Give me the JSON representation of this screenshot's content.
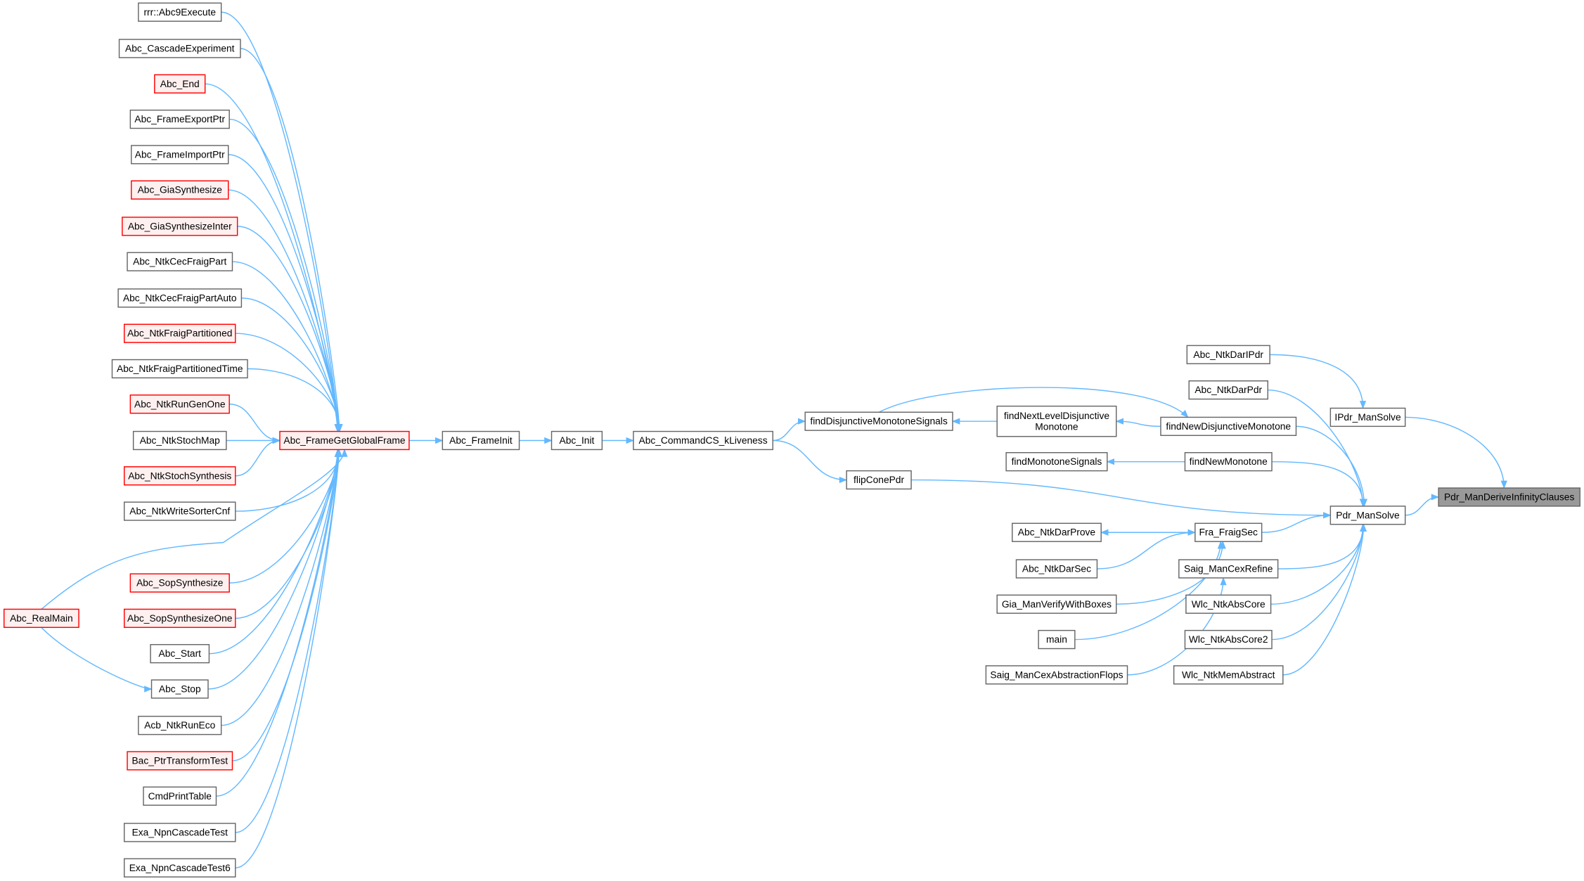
{
  "graph": {
    "title": "Pdr_ManDeriveInfinityClauses caller graph",
    "edge_color": "#63b8ff",
    "incomplete_color": "#ff0000",
    "nodes": {
      "rrr": "rrr::Abc9Execute",
      "cascExp": "Abc_CascadeExperiment",
      "end": "Abc_End",
      "exportPtr": "Abc_FrameExportPtr",
      "importPtr": "Abc_FrameImportPtr",
      "giaSyn": "Abc_GiaSynthesize",
      "giaSynInter": "Abc_GiaSynthesizeInter",
      "cecPart": "Abc_NtkCecFraigPart",
      "cecPartAuto": "Abc_NtkCecFraigPartAuto",
      "fraigPart": "Abc_NtkFraigPartitioned",
      "fraigPartTime": "Abc_NtkFraigPartitionedTime",
      "runGenOne": "Abc_NtkRunGenOne",
      "stochMap": "Abc_NtkStochMap",
      "stochSyn": "Abc_NtkStochSynthesis",
      "writeSorter": "Abc_NtkWriteSorterCnf",
      "sopSyn": "Abc_SopSynthesize",
      "sopSynOne": "Abc_SopSynthesizeOne",
      "start": "Abc_Start",
      "stop": "Abc_Stop",
      "runEco": "Acb_NtkRunEco",
      "bacPtr": "Bac_PtrTransformTest",
      "cmdPrint": "CmdPrintTable",
      "exaNpn": "Exa_NpnCascadeTest",
      "exaNpn6": "Exa_NpnCascadeTest6",
      "realMain": "Abc_RealMain",
      "ggf": "Abc_FrameGetGlobalFrame",
      "frameInit": "Abc_FrameInit",
      "init": "Abc_Init",
      "kLiveness": "Abc_CommandCS_kLiveness",
      "fdms": "findDisjunctiveMonotoneSignals",
      "flipCone": "flipConePdr",
      "fnldm": "findNextLevelDisjunctive Monotone",
      "fms": "findMonotoneSignals",
      "darProve": "Abc_NtkDarProve",
      "darSec": "Abc_NtkDarSec",
      "giaVerify": "Gia_ManVerifyWithBoxes",
      "main": "main",
      "saigFlops": "Saig_ManCexAbstractionFlops",
      "darIPdr": "Abc_NtkDarIPdr",
      "darPdr": "Abc_NtkDarPdr",
      "fndm": "findNewDisjunctiveMonotone",
      "fnm": "findNewMonotone",
      "fraigSec": "Fra_FraigSec",
      "cexRefine": "Saig_ManCexRefine",
      "absCore": "Wlc_NtkAbsCore",
      "absCore2": "Wlc_NtkAbsCore2",
      "memAbs": "Wlc_NtkMemAbstract",
      "ipdr": "IPdr_ManSolve",
      "pdr": "Pdr_ManSolve",
      "derive": "Pdr_ManDeriveInfinityClauses"
    },
    "red_nodes": [
      "end",
      "giaSyn",
      "giaSynInter",
      "fraigPart",
      "runGenOne",
      "stochSyn",
      "sopSyn",
      "sopSynOne",
      "bacPtr",
      "realMain",
      "ggf"
    ],
    "current_node": "derive",
    "edges": [
      [
        "rrr",
        "ggf"
      ],
      [
        "cascExp",
        "ggf"
      ],
      [
        "end",
        "ggf"
      ],
      [
        "exportPtr",
        "ggf"
      ],
      [
        "importPtr",
        "ggf"
      ],
      [
        "giaSyn",
        "ggf"
      ],
      [
        "giaSynInter",
        "ggf"
      ],
      [
        "cecPart",
        "ggf"
      ],
      [
        "cecPartAuto",
        "ggf"
      ],
      [
        "fraigPart",
        "ggf"
      ],
      [
        "fraigPartTime",
        "ggf"
      ],
      [
        "runGenOne",
        "ggf"
      ],
      [
        "stochMap",
        "ggf"
      ],
      [
        "stochSyn",
        "ggf"
      ],
      [
        "writeSorter",
        "ggf"
      ],
      [
        "realMain",
        "ggf"
      ],
      [
        "sopSyn",
        "ggf"
      ],
      [
        "sopSynOne",
        "ggf"
      ],
      [
        "start",
        "ggf"
      ],
      [
        "stop",
        "ggf"
      ],
      [
        "runEco",
        "ggf"
      ],
      [
        "bacPtr",
        "ggf"
      ],
      [
        "cmdPrint",
        "ggf"
      ],
      [
        "exaNpn",
        "ggf"
      ],
      [
        "exaNpn6",
        "ggf"
      ],
      [
        "realMain",
        "stop"
      ],
      [
        "ggf",
        "frameInit"
      ],
      [
        "frameInit",
        "init"
      ],
      [
        "init",
        "kLiveness"
      ],
      [
        "kLiveness",
        "fdms"
      ],
      [
        "kLiveness",
        "flipCone"
      ],
      [
        "fdms",
        "fndm"
      ],
      [
        "fnldm",
        "fdms"
      ],
      [
        "fndm",
        "fnldm"
      ],
      [
        "fnm",
        "fms"
      ],
      [
        "fraigSec",
        "darProve"
      ],
      [
        "darSec",
        "fraigSec"
      ],
      [
        "giaVerify",
        "fraigSec"
      ],
      [
        "main",
        "fraigSec"
      ],
      [
        "saigFlops",
        "cexRefine"
      ],
      [
        "darIPdr",
        "ipdr"
      ],
      [
        "darPdr",
        "pdr"
      ],
      [
        "fndm",
        "pdr"
      ],
      [
        "fnm",
        "pdr"
      ],
      [
        "flipCone",
        "pdr"
      ],
      [
        "fraigSec",
        "pdr"
      ],
      [
        "cexRefine",
        "pdr"
      ],
      [
        "absCore",
        "pdr"
      ],
      [
        "absCore2",
        "pdr"
      ],
      [
        "memAbs",
        "pdr"
      ],
      [
        "ipdr",
        "derive"
      ],
      [
        "pdr",
        "derive"
      ]
    ]
  }
}
